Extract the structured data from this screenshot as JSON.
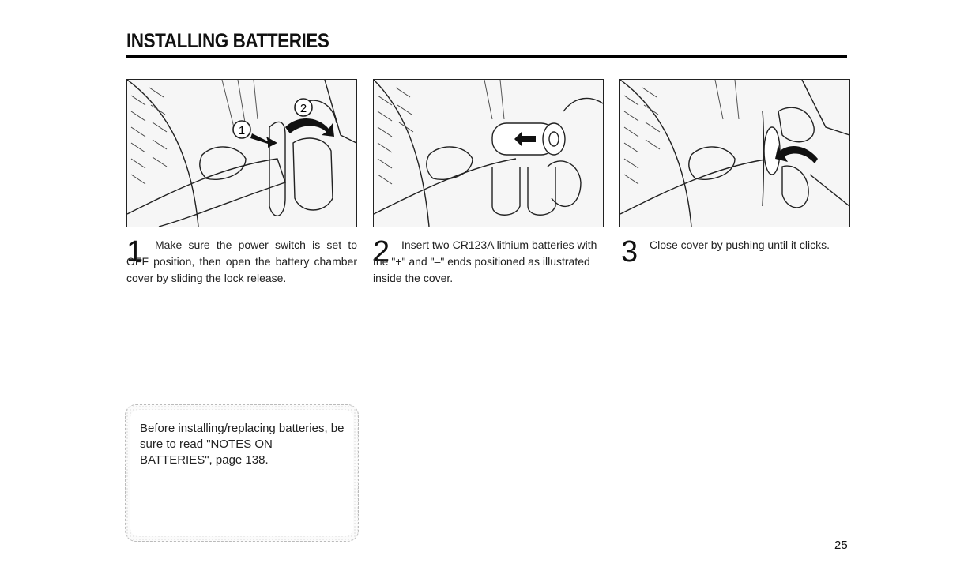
{
  "page": {
    "title": "INSTALLING BATTERIES",
    "number": "25"
  },
  "steps": [
    {
      "number": "1",
      "text": "Make sure the power switch is set to OFF position, then open the battery chamber cover by sliding the lock release."
    },
    {
      "number": "2",
      "text": "Insert two CR123A lithium batteries with the \"+\" and \"–\" ends positioned as illustrated inside the cover."
    },
    {
      "number": "3",
      "text": "Close cover by pushing until it clicks."
    }
  ],
  "illustration_labels": {
    "marker_1": "1",
    "marker_2": "2"
  },
  "note": {
    "text": "Before installing/replacing batteries, be sure to read \"NOTES ON BATTERIES\", page 138."
  }
}
